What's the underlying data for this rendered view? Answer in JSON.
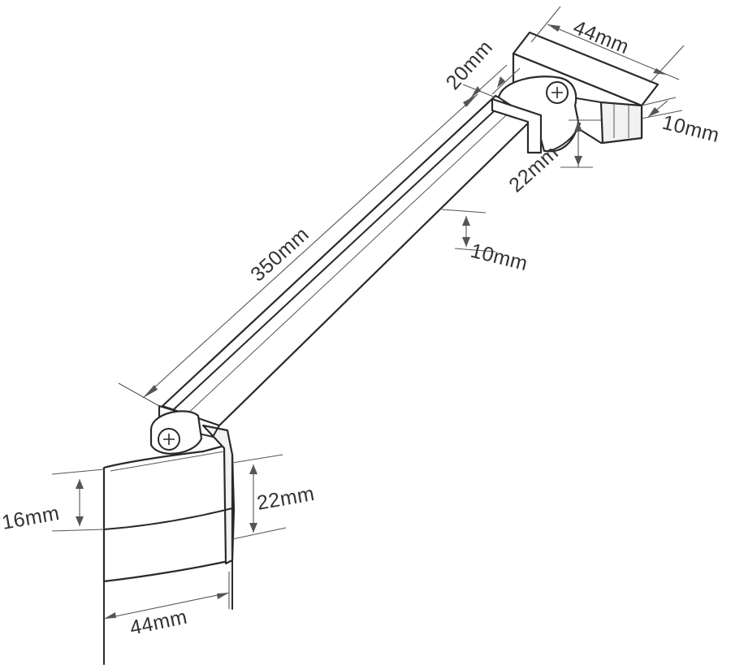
{
  "dimensions": {
    "arm_length": "350mm",
    "top_mount_width": "44mm",
    "arm_width": "20mm",
    "top_mount_depth": "10mm",
    "top_clamp_height": "22mm",
    "arm_thickness": "10mm",
    "bottom_plate_height": "16mm",
    "bottom_mount_height": "22mm",
    "bottom_mount_width": "44mm"
  }
}
